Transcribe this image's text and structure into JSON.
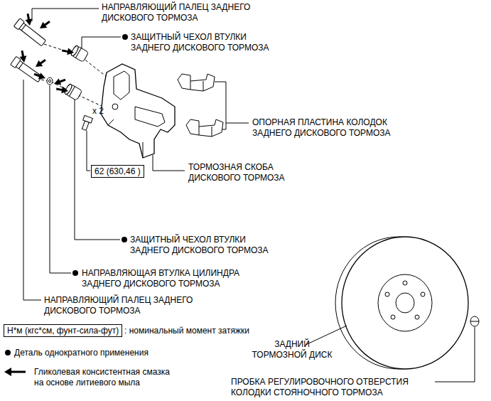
{
  "diagram": {
    "nodes": [
      {
        "text": [
          "62 (630,46 )"
        ]
      },
      {
        "text": [
          "Н*м (кгс*см, фунт-сила-фут)"
        ]
      }
    ],
    "labels": [
      "НАПРАВЛЯЮЩИЙ ПАЛЕЦ ЗАДНЕГО ДИСКОВОГО ТОРМОЗА",
      "ЗАЩИТНЫЙ ЧЕХОЛ ВТУЛКИ ЗАДНЕГО ДИСКОВОГО ТОРМОЗА",
      "ОПОРНАЯ ПЛАСТИНА КОЛОДОК ЗАДНЕГО ДИСКОВОГО ТОРМОЗА",
      "x 2",
      "ТОРМОЗНАЯ СКОБА ДИСКОВОГО ТОРМОЗА",
      "ЗАЩИТНЫЙ ЧЕХОЛ ВТУЛКИ ЗАДНЕГО ДИСКОВОГО ТОРМОЗА",
      "НАПРАВЛЯЮЩАЯ ВТУЛКА ЦИЛИНДРА ЗАДНЕГО ДИСКОВОГО ТОРМОЗА",
      "НАПРАВЛЯЮЩИЙ ПАЛЕЦ ЗАДНЕГО ДИСКОВОГО ТОРМОЗА",
      "ЗАДНИЙ ТОРМОЗНОЙ ДИСК",
      "ПРОБКА РЕГУЛИРОВОЧНОГО ОТВЕРСТИЯ КОЛОДКИ СТОЯНОЧНОГО ТОРМОЗА"
    ],
    "legend": [
      {
        "text": ": номинальный момент затяжки"
      },
      {
        "text": "Деталь однократного применения"
      },
      {
        "text": "Гликолевая консистентная смазка на основе литиевого мыла"
      }
    ]
  }
}
